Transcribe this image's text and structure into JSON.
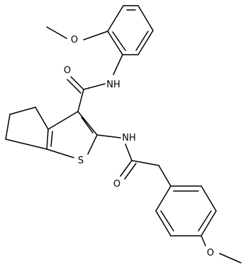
{
  "molecule": {
    "atom_labels": {
      "methoxy_o_top": "O",
      "amide_o": "O",
      "amide_nh": "NH",
      "amine_nh": "NH",
      "thiophene_s": "S",
      "acetyl_o": "O",
      "methoxy_o_bottom": "O"
    },
    "bond_color": "#000000",
    "background_color": "#ffffff"
  }
}
